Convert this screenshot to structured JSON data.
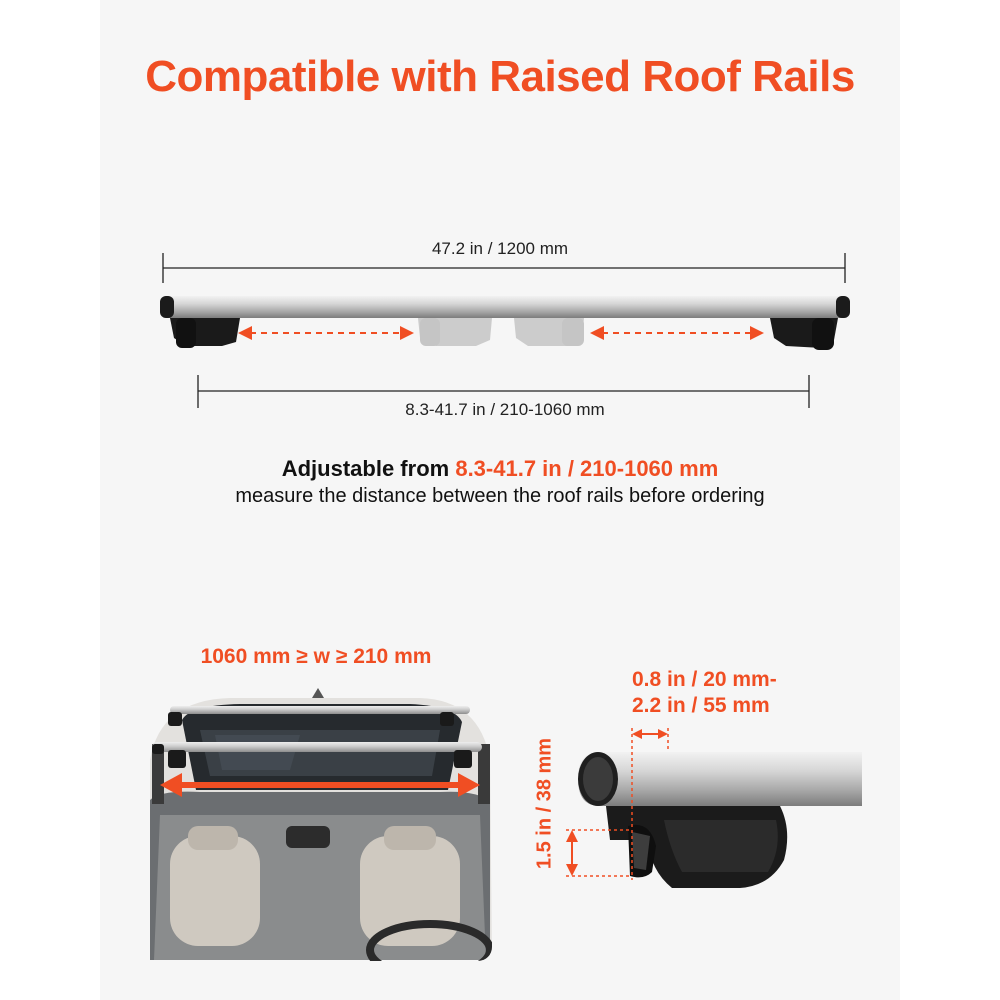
{
  "header": {
    "title": "Compatible with Raised Roof Rails"
  },
  "diagram": {
    "total_length": "47.2 in / 1200 mm",
    "adjust_range": "8.3-41.7 in / 210-1060 mm"
  },
  "info": {
    "headline_prefix": "Adjustable from",
    "headline_value": "8.3-41.7 in / 210-1060 mm",
    "subline": "measure the distance between the roof rails before ordering"
  },
  "card_left": {
    "label": "1060 mm ≥ w ≥ 210 mm"
  },
  "card_right": {
    "clamp_label_line1": "0.8 in / 20 mm-",
    "clamp_label_line2": "2.2 in / 55 mm",
    "height_label": "1.5 in / 38 mm"
  },
  "colors": {
    "accent": "#f04e23",
    "bar": "#c9c9c9",
    "foot": "#1a1a1a"
  }
}
